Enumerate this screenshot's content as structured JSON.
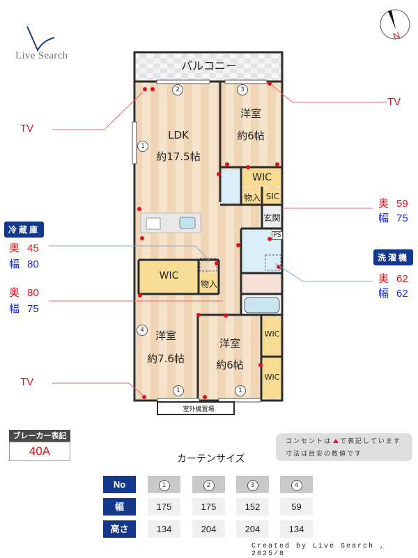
{
  "logo": {
    "text": "Live Search"
  },
  "compass": {
    "label": "N"
  },
  "floor_plan": {
    "balcony": "バルコニー",
    "rooms": {
      "ldk_name": "LDK",
      "ldk_size": "約17.5帖",
      "bedroom_nw_name": "洋室",
      "bedroom_nw_size": "約6帖",
      "bedroom_sw_name": "洋室",
      "bedroom_sw_size": "約7.6帖",
      "bedroom_s_name": "洋室",
      "bedroom_s_size": "約6帖",
      "wic_1": "WIC",
      "wic_2": "WIC",
      "wic_3": "WIC",
      "wic_4": "WIC",
      "storage_1": "物入",
      "storage_2": "物入",
      "sic": "SIC",
      "entrance": "玄関",
      "ps": "PS",
      "outdoor_unit": "室外機置場"
    },
    "windows": {
      "w1a": "1",
      "w2": "2",
      "w3": "3",
      "w4": "4",
      "w1b": "1",
      "w1c": "1"
    }
  },
  "annotations": {
    "tv_left_top": "TV",
    "tv_right_top": "TV",
    "tv_left_bottom": "TV",
    "fridge": {
      "title": "冷蔵庫",
      "depth_label": "奥",
      "depth": "45",
      "width_label": "幅",
      "width": "80"
    },
    "kitchen_space": {
      "depth_label": "奥",
      "depth": "80",
      "width_label": "幅",
      "width": "75"
    },
    "entrance_space": {
      "depth_label": "奥",
      "depth": "59",
      "width_label": "幅",
      "width": "75"
    },
    "washer": {
      "title": "洗濯機",
      "depth_label": "奥",
      "depth": "62",
      "width_label": "幅",
      "width": "62"
    }
  },
  "breaker": {
    "label": "ブレーカー表記",
    "value": "40A"
  },
  "note": {
    "line1_pre": "コンセントは",
    "line1_post": "で表記しています",
    "line2": "寸法は目安の数値です"
  },
  "curtain": {
    "title": "カーテンサイズ",
    "row_headers": [
      "No",
      "幅",
      "高さ"
    ],
    "numbers": [
      "1",
      "2",
      "3",
      "4"
    ],
    "widths": [
      "175",
      "175",
      "152",
      "59"
    ],
    "heights": [
      "134",
      "204",
      "204",
      "134"
    ]
  },
  "credit": "Created by Live Search , 2025/8",
  "colors": {
    "accent_blue": "#14388c",
    "red": "#e0101a",
    "wall": "#2b2b2b",
    "floor": "#f3dcc0"
  }
}
